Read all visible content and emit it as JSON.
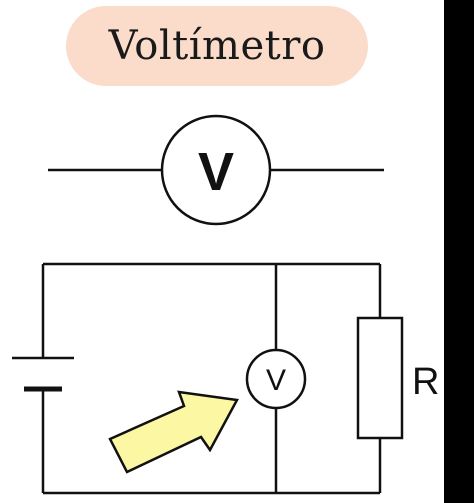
{
  "title": "Voltímetro",
  "symbol": {
    "letter": "V"
  },
  "circuit": {
    "meter_letter": "V",
    "resistor_label": "R"
  },
  "colors": {
    "title_background": "#fbdccb",
    "line": "#111111",
    "arrow_fill": "#fbf7a3",
    "edge_bar": "#000000",
    "background": "#ffffff"
  }
}
